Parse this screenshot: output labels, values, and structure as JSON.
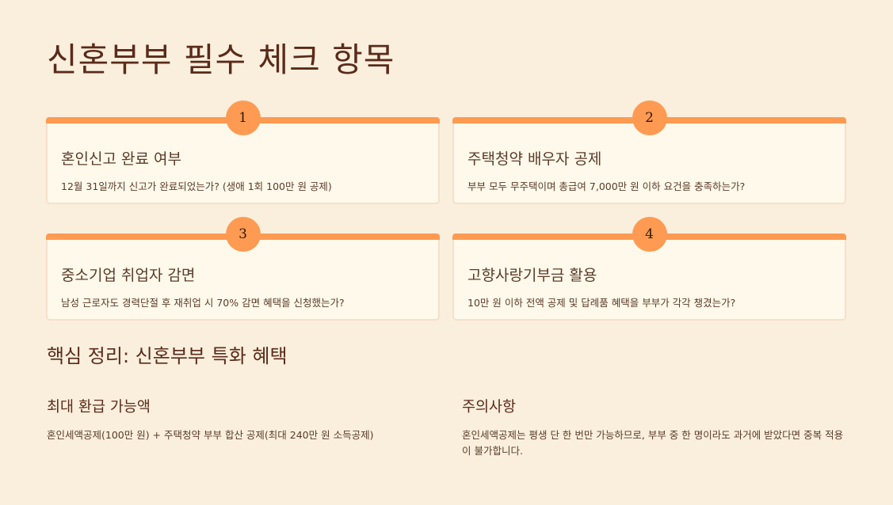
{
  "page": {
    "title": "신혼부부 필수 체크 항목"
  },
  "cards": [
    {
      "number": "1",
      "title": "혼인신고 완료 여부",
      "description": "12월 31일까지 신고가 완료되었는가? (생애 1회 100만 원 공제)"
    },
    {
      "number": "2",
      "title": "주택청약 배우자 공제",
      "description": "부부 모두 무주택이며 총급여 7,000만 원 이하 요건을 충족하는가?"
    },
    {
      "number": "3",
      "title": "중소기업 취업자 감면",
      "description": "남성 근로자도 경력단절 후 재취업 시 70% 감면 혜택을 신청했는가?"
    },
    {
      "number": "4",
      "title": "고향사랑기부금 활용",
      "description": "10만 원 이하 전액 공제 및 답례품 혜택을 부부가 각각 챙겼는가?"
    }
  ],
  "summary": {
    "title": "핵심 정리: 신혼부부 특화 혜택",
    "max_refund": {
      "heading": "최대 환급 가능액",
      "text": "혼인세액공제(100만 원) + 주택청약 부부 합산 공제(최대 240만 원 소득공제)"
    },
    "caution": {
      "heading": "주의사항",
      "text": "혼인세액공제는 평생 단 한 번만 가능하므로, 부부 중 한 명이라도 과거에 받았다면 중복 적용이 불가합니다."
    }
  },
  "colors": {
    "accent": "#ff9a52",
    "background": "#f9efdc",
    "card": "#fef9ea",
    "heading": "#5b2a1a"
  }
}
